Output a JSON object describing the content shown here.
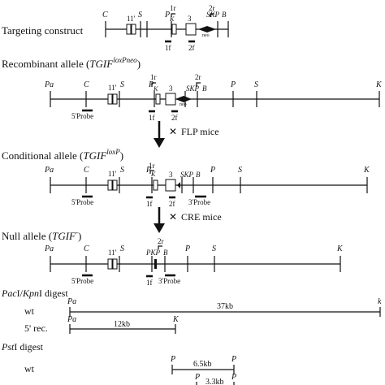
{
  "rows": {
    "targeting": {
      "title": "Targeting construct",
      "sites": {
        "C": "C",
        "S": "S",
        "P": "P",
        "K": "K",
        "S2": "S",
        "K2": "K",
        "P2": "P",
        "B": "B"
      },
      "exon11p": "11'",
      "exon3": "3",
      "neo": "neo",
      "primers": {
        "r1": "1r",
        "f1": "1f",
        "r2": "2r",
        "f2": "2f"
      }
    },
    "recombinant": {
      "title_prefix": "Recombinant allele (",
      "title_gene": "TGIF",
      "title_sup": "loxPneo",
      "title_suffix": ")",
      "sites": {
        "Pa": "Pa",
        "C": "C",
        "S": "S",
        "P": "P",
        "K": "K",
        "S2": "S",
        "K2": "K",
        "P2": "P",
        "B": "B",
        "P3": "P",
        "S3": "S",
        "K3": "K"
      },
      "exon11p": "11'",
      "exon3": "3",
      "neo": "neo",
      "probe5": "5'Probe",
      "primers": {
        "r1": "1r",
        "f1": "1f",
        "r2": "2r",
        "f2": "2f"
      }
    },
    "flp_step": "FLP mice",
    "conditional": {
      "title_prefix": "Conditional allele (",
      "title_gene": "TGIF",
      "title_sup": "loxP",
      "title_suffix": ")",
      "sites": {
        "Pa": "Pa",
        "C": "C",
        "S": "S",
        "P": "P",
        "K": "K",
        "S2": "S",
        "K2": "K",
        "P2": "P",
        "B": "B",
        "P3": "P",
        "S3": "S",
        "K3": "K"
      },
      "exon11p": "11'",
      "exon3": "3",
      "probe5": "5'Probe",
      "probe3": "3'Probe",
      "primers": {
        "r1": "1r",
        "f1": "1f",
        "f2": "2f"
      }
    },
    "cre_step": "CRE mice",
    "null": {
      "title_prefix": "Null allele (",
      "title_gene": "TGIF",
      "title_sup": "-",
      "title_suffix": ")",
      "sites": {
        "Pa": "Pa",
        "C": "C",
        "S": "S",
        "PKP": "PKP",
        "B": "B",
        "P": "P",
        "S2": "S",
        "K": "K"
      },
      "exon11p": "11'",
      "probe5": "5'Probe",
      "probe3": "3'Probe",
      "primers": {
        "r2": "2r",
        "f1": "1f"
      }
    }
  },
  "digests": {
    "pac_kpn": {
      "title_e1": "Pac",
      "title_mid": "I/",
      "title_e2": "Kpn",
      "title_tail": "I digest",
      "wt_label": "wt",
      "wt_left": "Pa",
      "wt_right": "k",
      "wt_size": "37kb",
      "rec_label": "5' rec.",
      "rec_left": "Pa",
      "rec_right": "K",
      "rec_size": "12kb"
    },
    "pst": {
      "title_e1": "Pst",
      "title_tail": "I digest",
      "wt_label": "wt",
      "wt_left": "P",
      "wt_right": "P",
      "wt_size": "6.5kb",
      "rec_left": "P",
      "rec_right": "P",
      "rec_size": "3.3kb"
    }
  }
}
